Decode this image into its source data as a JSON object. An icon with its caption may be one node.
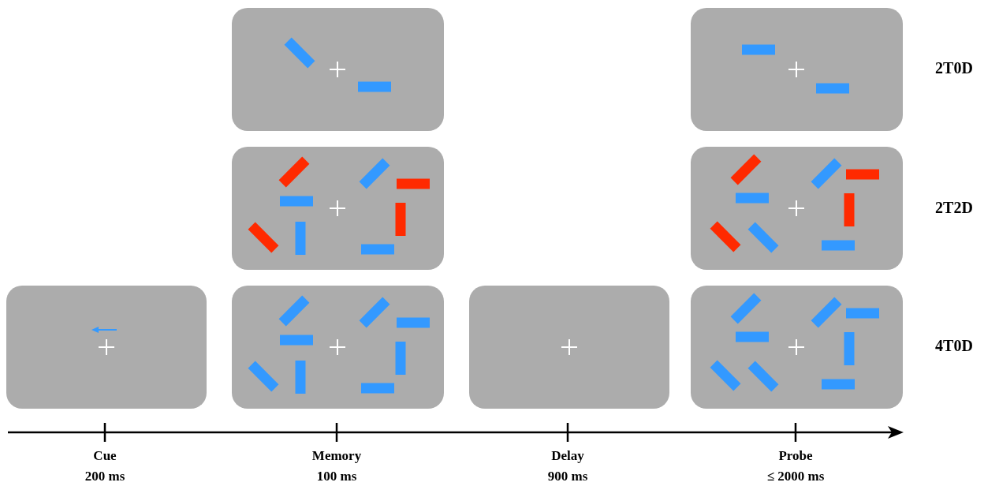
{
  "diagram": {
    "nodes": [
      {
        "text": [],
        "shape": "box"
      },
      {
        "text": [],
        "shape": "box"
      },
      {
        "text": [],
        "shape": "box"
      },
      {
        "text": [],
        "shape": "box"
      },
      {
        "text": [],
        "shape": "box"
      },
      {
        "text": [],
        "shape": "box"
      },
      {
        "text": [],
        "shape": "box"
      },
      {
        "text": [],
        "shape": "box"
      }
    ],
    "labels": [
      "2T0D",
      "2T2D",
      "4T0D",
      "Cue",
      "200 ms",
      "Memory",
      "100 ms",
      "Delay",
      "900 ms",
      "Probe",
      "≤ 2000 ms"
    ]
  }
}
